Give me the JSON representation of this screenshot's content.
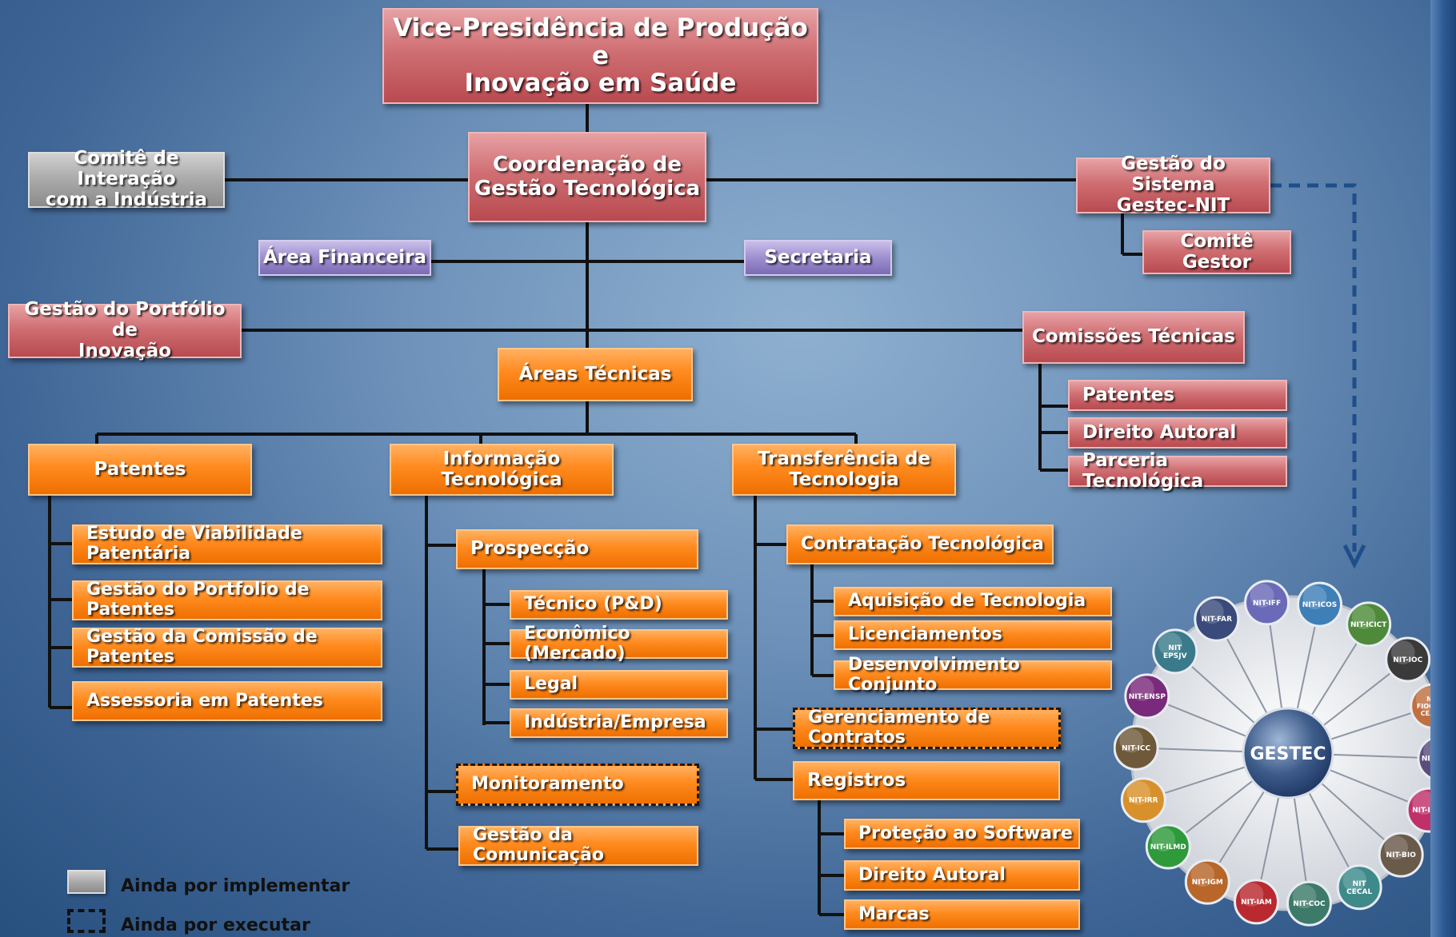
{
  "boxes": {
    "vp": "Vice-Presidência de Produção e\nInovação em Saúde",
    "coord": "Coordenação de\nGestão Tecnológica",
    "comite_industria": "Comitê de Interação\ncom a Indústria",
    "gestao_sistema": "Gestão do Sistema\nGestec-NIT",
    "comite_gestor": "Comitê Gestor",
    "area_financeira": "Área Financeira",
    "secretaria": "Secretaria",
    "portfolio_inovacao": "Gestão do Portfólio de\nInovação",
    "comissoes_tecnicas": "Comissões Técnicas",
    "ct_patentes": "Patentes",
    "ct_direito_autoral": "Direito Autoral",
    "ct_parceria": "Parceria Tecnológica",
    "areas_tecnicas": "Áreas Técnicas",
    "patentes": "Patentes",
    "info_tec": "Informação\nTecnológica",
    "transf_tec": "Transferência de\nTecnologia",
    "estudo_viab": "Estudo de Viabilidade Patentária",
    "gestao_portfolio_pat": "Gestão do Portfolio de Patentes",
    "gestao_comissao_pat": "Gestão da Comissão de Patentes",
    "assessoria_pat": "Assessoria em Patentes",
    "prospeccao": "Prospecção",
    "tecnico": "Técnico (P&D)",
    "economico": "Econômico (Mercado)",
    "legal": "Legal",
    "industria": "Indústria/Empresa",
    "monitoramento": "Monitoramento",
    "gestao_comunicacao": "Gestão da Comunicação",
    "contratacao": "Contratação Tecnológica",
    "aquisicao": "Aquisição de Tecnologia",
    "licenciamentos": "Licenciamentos",
    "desenvolvimento": "Desenvolvimento Conjunto",
    "gerenciamento": "Gerenciamento de Contratos",
    "registros": "Registros",
    "protecao_software": "Proteção ao Software",
    "direito_autoral": "Direito Autoral",
    "marcas": "Marcas"
  },
  "legend": {
    "not_implemented": "Ainda por implementar",
    "not_executed": "Ainda por executar"
  },
  "gestec": {
    "hub": "GESTEC",
    "nodes": [
      {
        "label": "NIT-ICOS",
        "color": "#3f7fb8"
      },
      {
        "label": "NIT-ICICT",
        "color": "#4e8a3a"
      },
      {
        "label": "NIT-IOC",
        "color": "#3a3a3a"
      },
      {
        "label": "NIT\nFIOCRUZ\nCEARA",
        "color": "#c07040"
      },
      {
        "label": "NIT-CDTS",
        "color": "#5a4d7e"
      },
      {
        "label": "NIT-IPEC",
        "color": "#c0306a"
      },
      {
        "label": "NIT-BIO",
        "color": "#6a5a4a"
      },
      {
        "label": "NIT\nCECAL",
        "color": "#3e8a8a"
      },
      {
        "label": "NIT-COC",
        "color": "#3d7a6a"
      },
      {
        "label": "NIT-IAM",
        "color": "#b82a30"
      },
      {
        "label": "NIT-IGM",
        "color": "#b8662a"
      },
      {
        "label": "NIT-ILMD",
        "color": "#2e9a3a"
      },
      {
        "label": "NIT-IRR",
        "color": "#d8902a"
      },
      {
        "label": "NIT-ICC",
        "color": "#6e5a3a"
      },
      {
        "label": "NIT-ENSP",
        "color": "#7a2a7a"
      },
      {
        "label": "NIT\nEPSJV",
        "color": "#3a7a8a"
      },
      {
        "label": "NIT-FAR",
        "color": "#3a4a7a"
      },
      {
        "label": "NIT-IFF",
        "color": "#6a6ab8"
      }
    ]
  }
}
